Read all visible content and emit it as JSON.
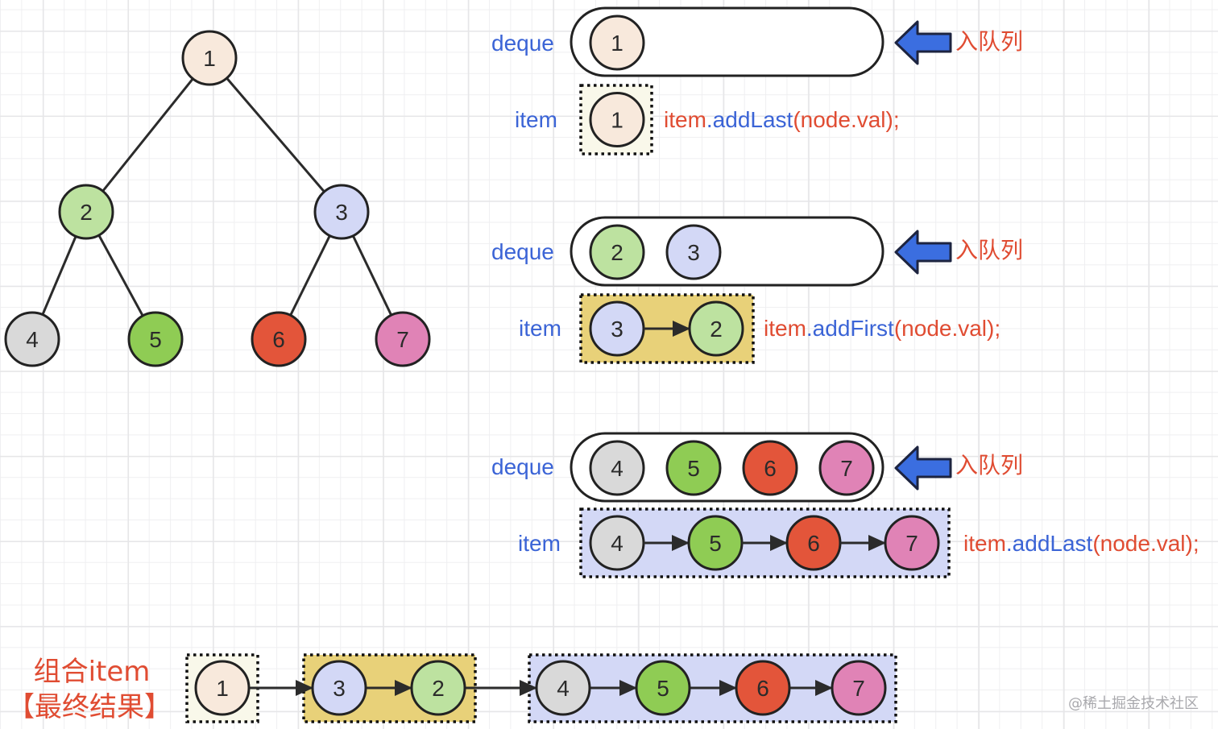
{
  "colors": {
    "label_blue": "#3b64d6",
    "code_red": "#e04c32",
    "arrow_blue": "#3b6ee0",
    "outline": "#222222",
    "item_box_level1": "#f9f8ea",
    "item_box_level2": "#e8d179",
    "item_box_level3": "#d3d8f6"
  },
  "node_colors": {
    "1": "#f8e9dc",
    "2": "#bde2a0",
    "3": "#d3d8f6",
    "4": "#d9d9d9",
    "5": "#8fcc54",
    "6": "#e3553a",
    "7": "#e083b6"
  },
  "tree": {
    "nodes": [
      "1",
      "2",
      "3",
      "4",
      "5",
      "6",
      "7"
    ],
    "edges": [
      [
        "1",
        "2"
      ],
      [
        "1",
        "3"
      ],
      [
        "2",
        "4"
      ],
      [
        "2",
        "5"
      ],
      [
        "3",
        "6"
      ],
      [
        "3",
        "7"
      ]
    ]
  },
  "levels": [
    {
      "deque_label": "deque",
      "deque_nodes": [
        "1"
      ],
      "enqueue_label": "入队列",
      "item_label": "item",
      "item_nodes": [
        "1"
      ],
      "code": {
        "object": "item",
        "method": ".addLast",
        "args": "(node.val);"
      }
    },
    {
      "deque_label": "deque",
      "deque_nodes": [
        "2",
        "3"
      ],
      "enqueue_label": "入队列",
      "item_label": "item",
      "item_nodes": [
        "3",
        "2"
      ],
      "code": {
        "object": "item",
        "method": ".addFirst",
        "args": "(node.val);"
      }
    },
    {
      "deque_label": "deque",
      "deque_nodes": [
        "4",
        "5",
        "6",
        "7"
      ],
      "enqueue_label": "入队列",
      "item_label": "item",
      "item_nodes": [
        "4",
        "5",
        "6",
        "7"
      ],
      "code": {
        "object": "item",
        "method": ".addLast",
        "args": "(node.val);"
      }
    }
  ],
  "final": {
    "title_line1": "组合item",
    "title_line2": "【最终结果】",
    "groups": [
      [
        "1"
      ],
      [
        "3",
        "2"
      ],
      [
        "4",
        "5",
        "6",
        "7"
      ]
    ]
  },
  "watermark": "@稀土掘金技术社区"
}
